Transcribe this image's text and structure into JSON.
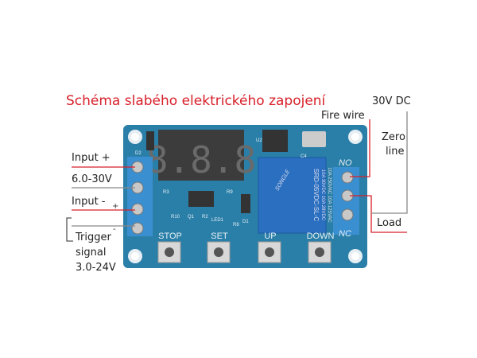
{
  "title": "Schéma slabého elektrického zapojení",
  "labels": {
    "input_plus": "Input +",
    "input_voltage": "6.0-30V",
    "input_minus": "Input -",
    "trigger_1": "Trigger",
    "trigger_2": "signal",
    "trigger_3": "3.0-24V",
    "dc": "30V DC",
    "fire_wire": "Fire wire",
    "zero_1": "Zero",
    "zero_2": "line",
    "load": "Load"
  },
  "board": {
    "display": "8.8.8",
    "buttons": [
      "STOP",
      "SET",
      "UP",
      "DOWN"
    ],
    "no": "NO",
    "nc": "NC",
    "relay_brand": "SONGLE",
    "relay_model": "SRD-05VDC-SL-C",
    "relay_rating": "10A 250VAC 10A 125VAC",
    "relay_rating2": "10A 30VDC 10A 28VDC",
    "silk": [
      "D2",
      "R3",
      "R9",
      "R10",
      "Q1",
      "R2",
      "LED1",
      "R8",
      "D1",
      "U2",
      "C4",
      "+",
      "-"
    ]
  },
  "colors": {
    "title": "#d8202a",
    "pcb": "#2a7fa8",
    "terminal": "#3a8fd0",
    "relay": "#2a6fc0",
    "wire_red": "#d8202a",
    "wire_gray": "#888888"
  }
}
